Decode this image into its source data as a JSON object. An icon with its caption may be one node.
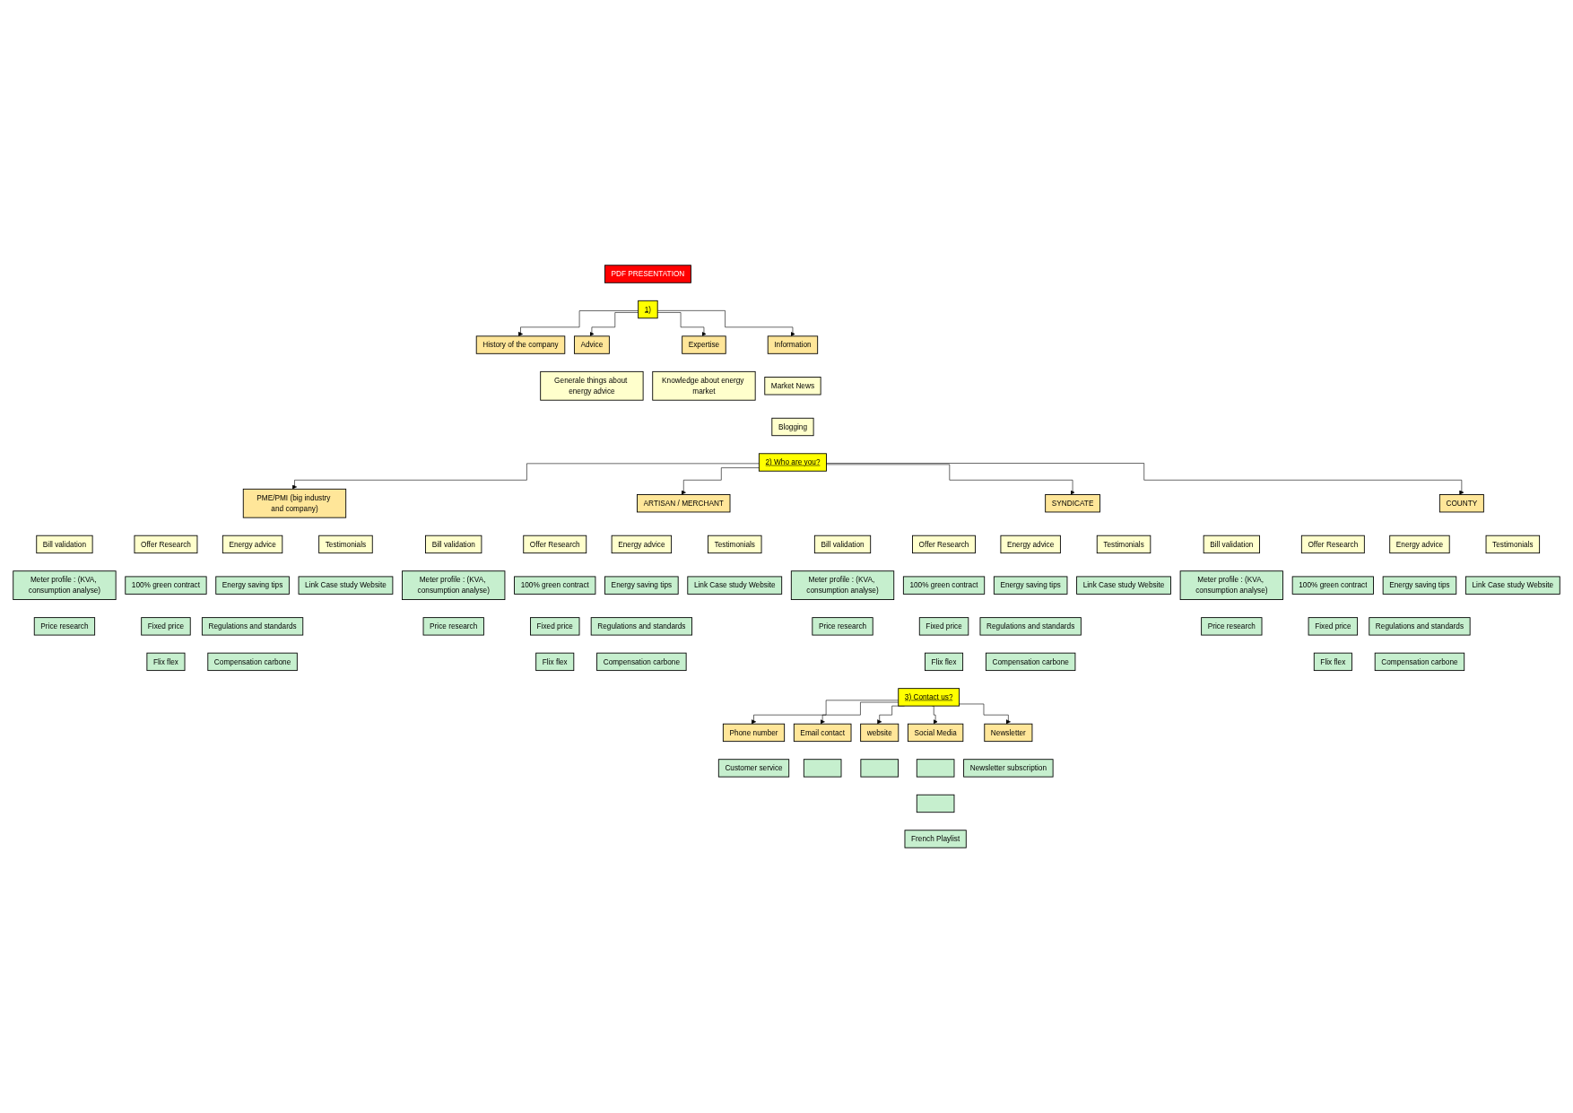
{
  "diagram": {
    "nodes": [
      {
        "text": [
          "PDF PRESENTATION"
        ]
      },
      {
        "text": [
          "1)"
        ]
      },
      {
        "text": [
          "History of the company"
        ]
      },
      {
        "text": [
          "Advice"
        ]
      },
      {
        "text": [
          "Expertise"
        ]
      },
      {
        "text": [
          "Information"
        ]
      },
      {
        "text": [
          "Generale things about energy advice"
        ]
      },
      {
        "text": [
          "Knowledge about energy market"
        ]
      },
      {
        "text": [
          "Market News"
        ]
      },
      {
        "text": [
          "Blogging"
        ]
      },
      {
        "text": [
          "2) Who are you?"
        ]
      },
      {
        "text": [
          "PME/PMI (big industry and company)"
        ]
      },
      {
        "text": [
          "Bill validation"
        ]
      },
      {
        "text": [
          "Offer Research"
        ]
      },
      {
        "text": [
          "Energy advice"
        ]
      },
      {
        "text": [
          "Testimonials"
        ]
      },
      {
        "text": [
          "Meter profile : (KVA, consumption analyse)"
        ]
      },
      {
        "text": [
          "Price research"
        ]
      },
      {
        "text": [
          "100% green contract"
        ]
      },
      {
        "text": [
          "Fixed price"
        ]
      },
      {
        "text": [
          "Flix flex"
        ]
      },
      {
        "text": [
          "Energy saving tips"
        ]
      },
      {
        "text": [
          "Regulations and standards"
        ]
      },
      {
        "text": [
          "Compensation carbone"
        ]
      },
      {
        "text": [
          "Link Case study Website"
        ]
      },
      {
        "text": [
          "ARTISAN / MERCHANT"
        ]
      },
      {
        "text": [
          "Bill validation"
        ]
      },
      {
        "text": [
          "Offer Research"
        ]
      },
      {
        "text": [
          "Energy advice"
        ]
      },
      {
        "text": [
          "Testimonials"
        ]
      },
      {
        "text": [
          "Meter profile : (KVA, consumption analyse)"
        ]
      },
      {
        "text": [
          "Price research"
        ]
      },
      {
        "text": [
          "100% green contract"
        ]
      },
      {
        "text": [
          "Fixed price"
        ]
      },
      {
        "text": [
          "Flix flex"
        ]
      },
      {
        "text": [
          "Energy saving tips"
        ]
      },
      {
        "text": [
          "Regulations and standards"
        ]
      },
      {
        "text": [
          "Compensation carbone"
        ]
      },
      {
        "text": [
          "Link Case study Website"
        ]
      },
      {
        "text": [
          "SYNDICATE"
        ]
      },
      {
        "text": [
          "Bill validation"
        ]
      },
      {
        "text": [
          "Offer Research"
        ]
      },
      {
        "text": [
          "Energy advice"
        ]
      },
      {
        "text": [
          "Testimonials"
        ]
      },
      {
        "text": [
          "Meter profile : (KVA, consumption analyse)"
        ]
      },
      {
        "text": [
          "Price research"
        ]
      },
      {
        "text": [
          "100% green contract"
        ]
      },
      {
        "text": [
          "Fixed price"
        ]
      },
      {
        "text": [
          "Flix flex"
        ]
      },
      {
        "text": [
          "Energy saving tips"
        ]
      },
      {
        "text": [
          "Regulations and standards"
        ]
      },
      {
        "text": [
          "Compensation carbone"
        ]
      },
      {
        "text": [
          "Link Case study Website"
        ]
      },
      {
        "text": [
          "COUNTY"
        ]
      },
      {
        "text": [
          "Bill validation"
        ]
      },
      {
        "text": [
          "Offer Research"
        ]
      },
      {
        "text": [
          "Energy advice"
        ]
      },
      {
        "text": [
          "Testimonials"
        ]
      },
      {
        "text": [
          "Meter profile : (KVA, consumption analyse)"
        ]
      },
      {
        "text": [
          "Price research"
        ]
      },
      {
        "text": [
          "100% green contract"
        ]
      },
      {
        "text": [
          "Fixed price"
        ]
      },
      {
        "text": [
          "Flix flex"
        ]
      },
      {
        "text": [
          "Energy saving tips"
        ]
      },
      {
        "text": [
          "Regulations and standards"
        ]
      },
      {
        "text": [
          "Compensation carbone"
        ]
      },
      {
        "text": [
          "Link Case study Website"
        ]
      },
      {
        "text": [
          "3) Contact us?"
        ]
      },
      {
        "text": [
          "Phone number"
        ]
      },
      {
        "text": [
          "Email contact"
        ]
      },
      {
        "text": [
          "website"
        ]
      },
      {
        "text": [
          "Social Media"
        ]
      },
      {
        "text": [
          "Newsletter"
        ]
      },
      {
        "text": [
          "Customer service"
        ]
      },
      {
        "text": [],
        "shape": "box"
      },
      {
        "text": [],
        "shape": "box"
      },
      {
        "text": [],
        "shape": "box"
      },
      {
        "text": [],
        "shape": "box"
      },
      {
        "text": [
          "French Playlist"
        ]
      },
      {
        "text": [
          "Newsletter subscription"
        ]
      }
    ],
    "edges": [
      {
        "from": 1,
        "to": 2,
        "arrow": "to"
      },
      {
        "from": 1,
        "to": 3,
        "arrow": "to"
      },
      {
        "from": 1,
        "to": 4,
        "arrow": "to"
      },
      {
        "from": 1,
        "to": 5,
        "arrow": "to"
      },
      {
        "from": 10,
        "to": 11,
        "arrow": "to"
      },
      {
        "from": 10,
        "to": 25,
        "arrow": "to"
      },
      {
        "from": 10,
        "to": 39,
        "arrow": "to"
      },
      {
        "from": 10,
        "to": 53,
        "arrow": "to"
      },
      {
        "from": 67,
        "to": 68,
        "arrow": "to"
      },
      {
        "from": 67,
        "to": 69,
        "arrow": "to"
      },
      {
        "from": 67,
        "to": 70,
        "arrow": "to"
      },
      {
        "from": 67,
        "to": 71,
        "arrow": "to"
      },
      {
        "from": 67,
        "to": 72,
        "arrow": "to"
      }
    ]
  }
}
